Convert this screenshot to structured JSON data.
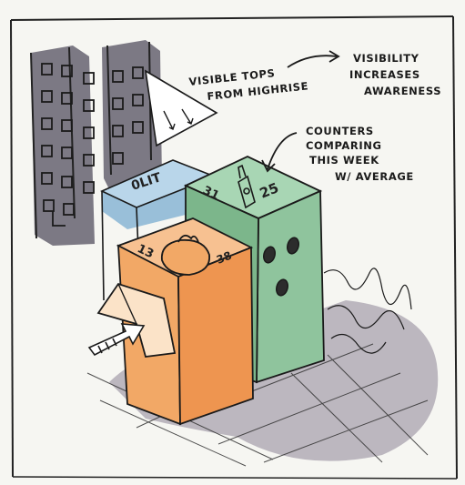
{
  "annotations": {
    "tops": [
      "VISIBLE TOPS",
      "FROM HIGHRISE"
    ],
    "visibility": [
      "VISIBILITY",
      "INCREASES",
      "AWARENESS"
    ],
    "counters": [
      "COUNTERS",
      "COMPARING",
      "THIS WEEK",
      "W/ AVERAGE"
    ]
  },
  "bin_markings": {
    "blue_lid": "0LIT",
    "green_left": "31",
    "green_right": "25",
    "orange_left": "13",
    "orange_right": "38"
  },
  "colors": {
    "paper": "#f6f6f2",
    "building": "#6f6b78",
    "blue_bin": "#8fb9d6",
    "green_bin": "#8fc49d",
    "orange_bin": "#f2a866",
    "shadow": "#8c8496"
  }
}
